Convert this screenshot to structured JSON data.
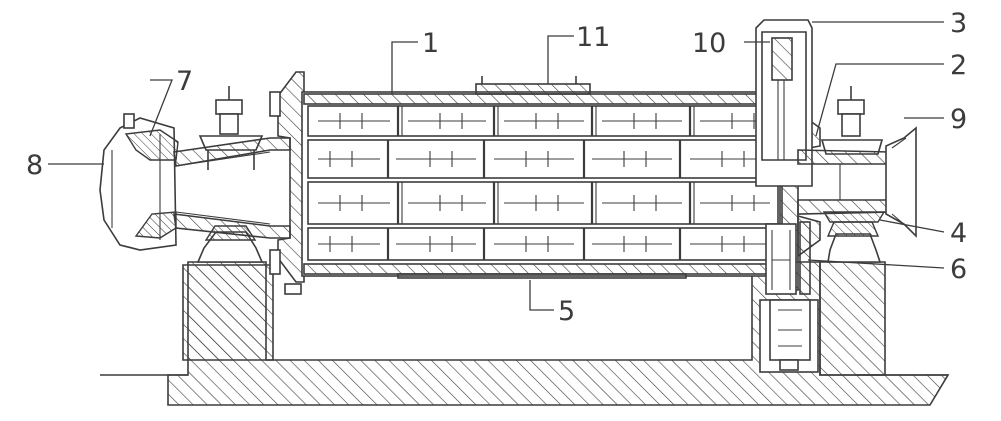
{
  "labels": [
    {
      "id": "1",
      "text": "1"
    },
    {
      "id": "2",
      "text": "2"
    },
    {
      "id": "3",
      "text": "3"
    },
    {
      "id": "4",
      "text": "4"
    },
    {
      "id": "5",
      "text": "5"
    },
    {
      "id": "6",
      "text": "6"
    },
    {
      "id": "7",
      "text": "7"
    },
    {
      "id": "8",
      "text": "8"
    },
    {
      "id": "9",
      "text": "9"
    },
    {
      "id": "10",
      "text": "10"
    },
    {
      "id": "11",
      "text": "11"
    }
  ],
  "colors": {
    "line": "#3c3c3c",
    "background": "#ffffff"
  }
}
